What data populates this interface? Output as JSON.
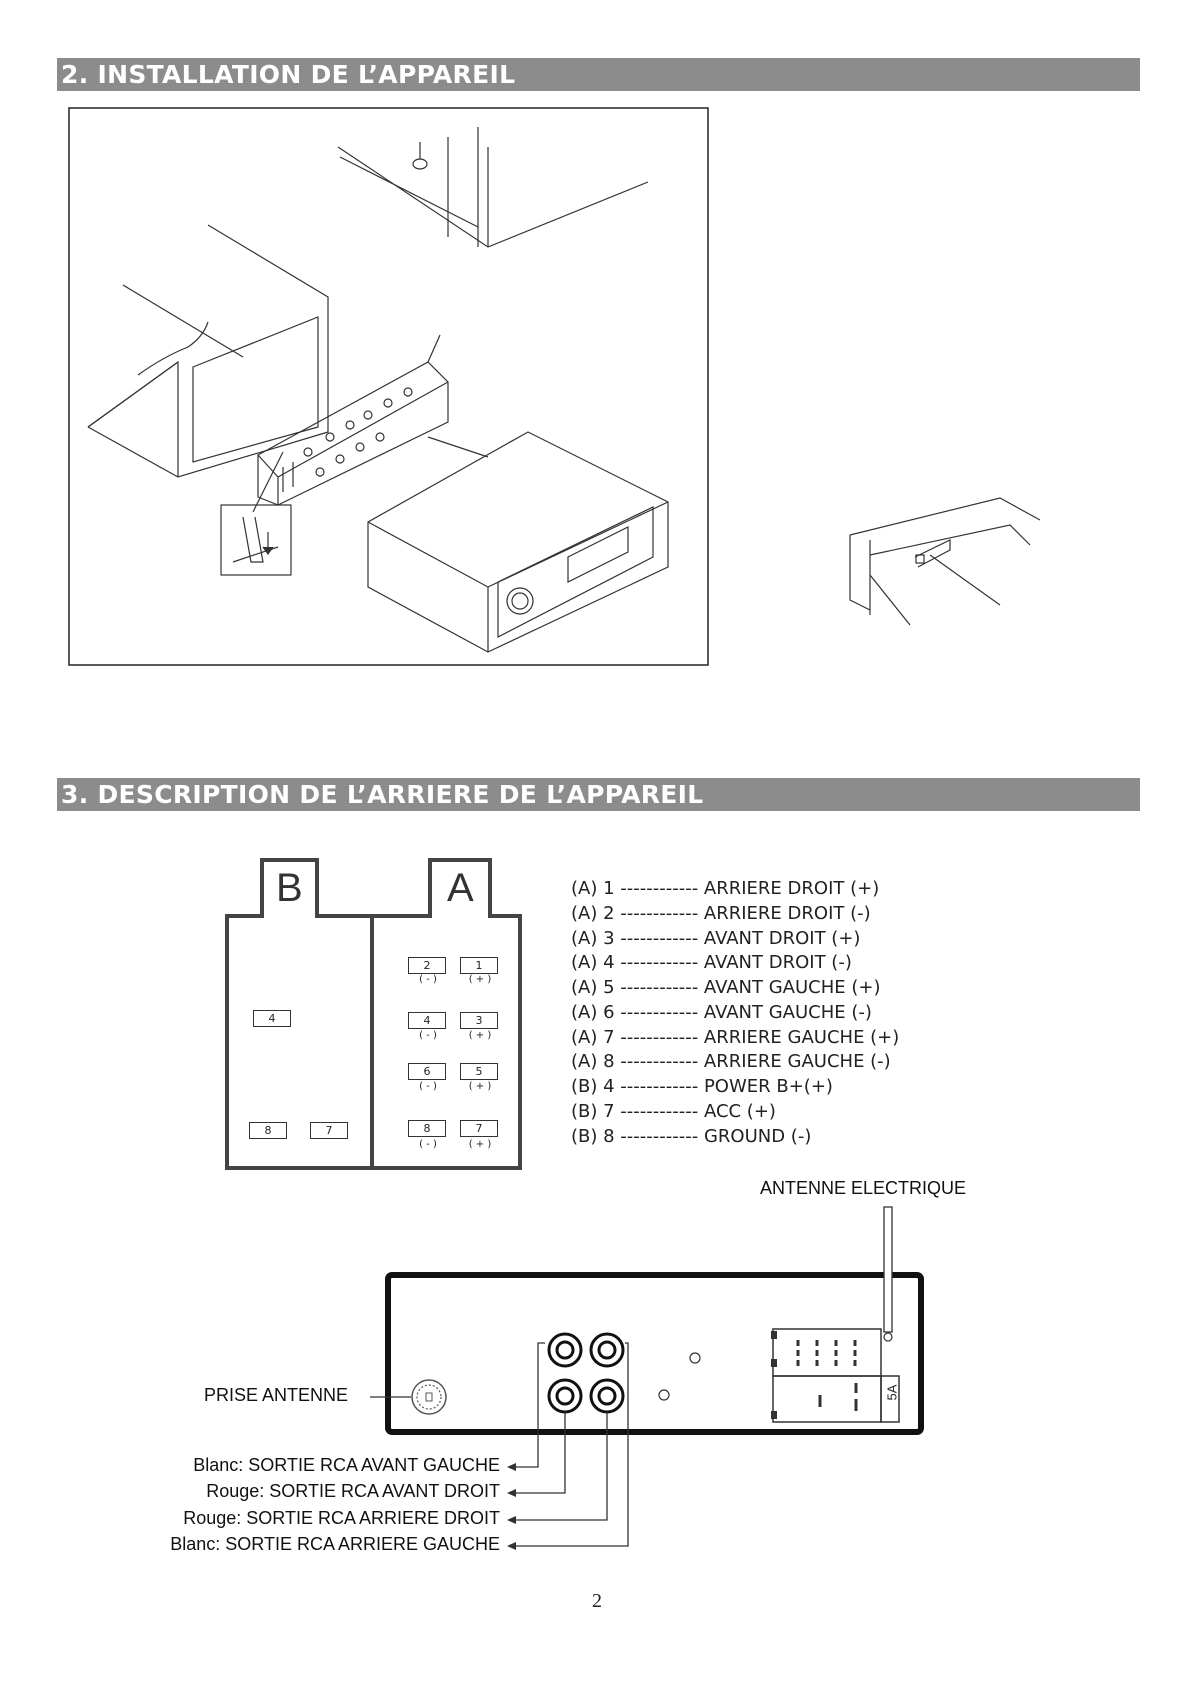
{
  "sections": {
    "installation_title": "2. INSTALLATION DE L’APPAREIL",
    "rear_title": "3. DESCRIPTION DE L’ARRIERE DE L’APPAREIL"
  },
  "connectors": {
    "b_letter": "B",
    "a_letter": "A",
    "b_pins": [
      "4",
      "8",
      "7"
    ],
    "a_pins": [
      {
        "left": "2",
        "right": "1"
      },
      {
        "left": "4",
        "right": "3"
      },
      {
        "left": "6",
        "right": "5"
      },
      {
        "left": "8",
        "right": "7"
      }
    ],
    "neg": "( - )",
    "pos": "( + )"
  },
  "pin_legend": [
    "(A) 1 ------------ ARRIERE DROIT (+)",
    "(A) 2 ------------ ARRIERE DROIT (-)",
    "(A) 3 ------------ AVANT DROIT (+)",
    "(A) 4 ------------ AVANT DROIT (-)",
    "(A) 5 ------------ AVANT GAUCHE (+)",
    "(A) 6 ------------ AVANT GAUCHE (-)",
    "(A) 7 ------------ ARRIERE GAUCHE (+)",
    "(A) 8 ------------ ARRIERE GAUCHE (-)",
    "(B) 4 ------------ POWER B+(+)",
    "(B) 7 ------------ ACC (+)",
    "(B) 8 ------------ GROUND (-)"
  ],
  "rear_panel": {
    "antenna_label": "ANTENNE ELECTRIQUE",
    "antenna_socket_label": "PRISE ANTENNE",
    "fuse_label": "5A",
    "rca_outputs": [
      "Blanc: SORTIE RCA AVANT GAUCHE",
      "Rouge: SORTIE RCA AVANT DROIT",
      "Rouge: SORTIE RCA ARRIERE DROIT",
      "Blanc: SORTIE RCA ARRIERE GAUCHE"
    ]
  },
  "page_number": "2"
}
